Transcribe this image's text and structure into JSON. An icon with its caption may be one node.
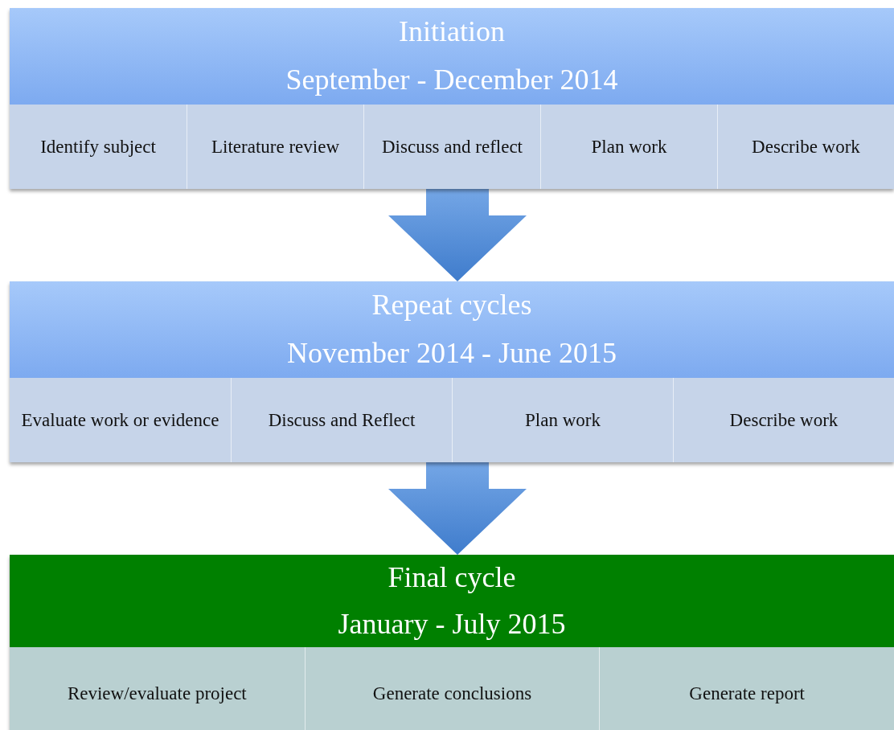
{
  "diagram": {
    "nodes": [
      {
        "text": [
          "Initiation",
          "September - December 2014"
        ]
      },
      {
        "text": [
          "Identify subject"
        ],
        "in": 0
      },
      {
        "text": [
          "Literature review"
        ],
        "in": 0
      },
      {
        "text": [
          "Discuss and reflect"
        ],
        "in": 0
      },
      {
        "text": [
          "Plan work"
        ],
        "in": 0
      },
      {
        "text": [
          "Describe work"
        ],
        "in": 0
      },
      {
        "text": [
          "Repeat cycles",
          "November 2014 - June 2015"
        ]
      },
      {
        "text": [
          "Evaluate work or evidence"
        ],
        "in": 6
      },
      {
        "text": [
          "Discuss and Reflect"
        ],
        "in": 6
      },
      {
        "text": [
          "Plan work"
        ],
        "in": 6
      },
      {
        "text": [
          "Describe work"
        ],
        "in": 6
      },
      {
        "text": [
          "Final cycle",
          "January - July 2015"
        ]
      },
      {
        "text": [
          "Review/evaluate project"
        ],
        "in": 11
      },
      {
        "text": [
          "Generate conclusions"
        ],
        "in": 11
      },
      {
        "text": [
          "Generate report"
        ],
        "in": 11
      }
    ],
    "edges": [
      {
        "from": 0,
        "to": 6,
        "arrow": "to",
        "style": "thick"
      },
      {
        "from": 6,
        "to": 11,
        "arrow": "to",
        "style": "thick"
      }
    ]
  }
}
